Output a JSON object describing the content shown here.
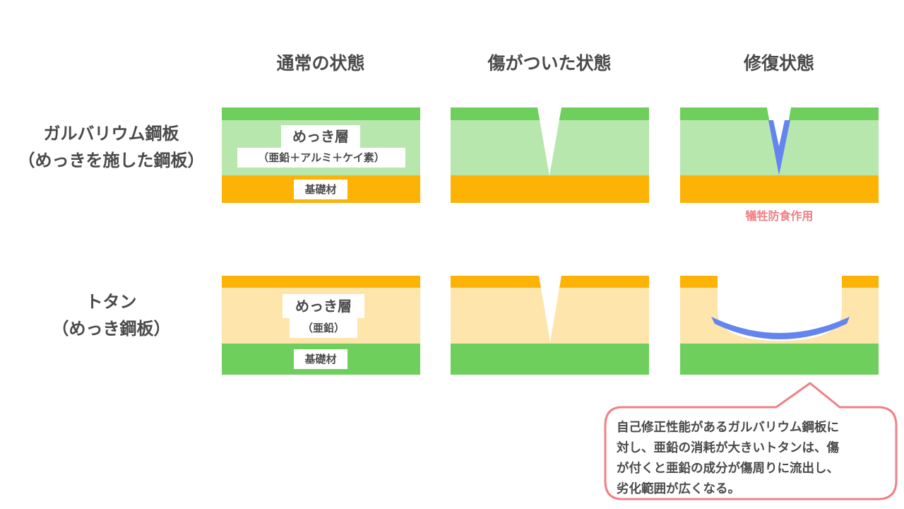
{
  "columns": [
    "通常の状態",
    "傷がついた状態",
    "修復状態"
  ],
  "rows": {
    "galvalume": {
      "label_line1": "ガルバリウム鋼板",
      "label_line2": "（めっきを施した鋼板）",
      "plating_label": "めっき層",
      "plating_sub": "（亜鉛＋アルミ＋ケイ素）",
      "base_label": "基礎材",
      "repair_caption": "犠牲防食作用"
    },
    "tin": {
      "label_line1": "トタン",
      "label_line2": "（めっき鋼板）",
      "plating_label": "めっき層",
      "plating_sub": "（亜鉛）",
      "base_label": "基礎材"
    }
  },
  "note": {
    "lines": [
      "自己修正性能があるガルバリウム鋼板に",
      "対し、亜鉛の消耗が大きいトタンは、傷",
      "が付くと亜鉛の成分が傷周りに流出し、",
      "劣化範囲が広くなる。"
    ]
  },
  "colors": {
    "green": "#6fcf5c",
    "light_green": "#b7e7ad",
    "orange": "#fdb206",
    "light_orange": "#fde5ab",
    "blue": "#6484f0",
    "pink": "#ef8184",
    "text": "#4a4a4a"
  }
}
